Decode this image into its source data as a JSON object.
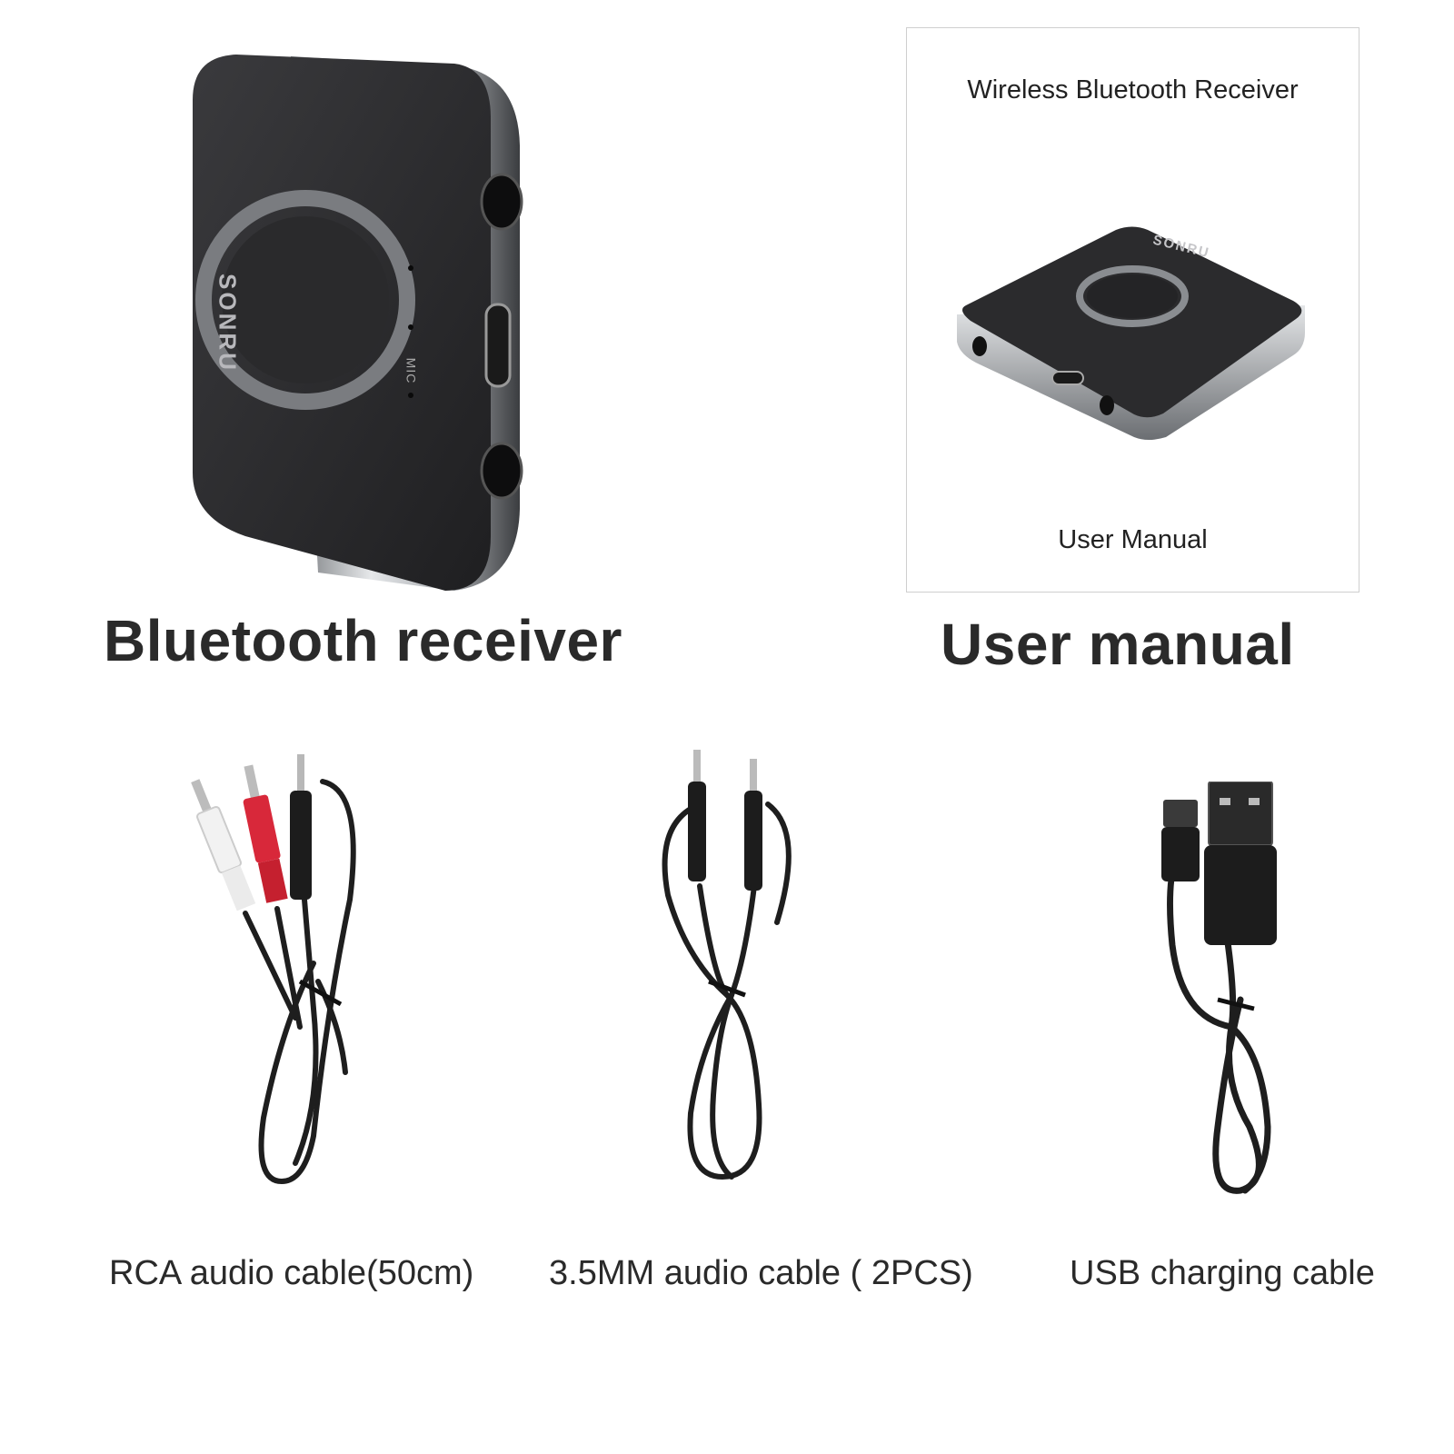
{
  "receiver": {
    "brand": "SONRU",
    "port_label": "MIC",
    "caption": "Bluetooth receiver"
  },
  "manual": {
    "title": "Wireless Bluetooth Receiver",
    "subtitle": "User Manual",
    "caption": "User manual"
  },
  "cables": [
    {
      "caption": "RCA audio cable(50cm)"
    },
    {
      "caption": "3.5MM audio cable ( 2PCS)"
    },
    {
      "caption": "USB charging cable"
    }
  ],
  "colors": {
    "device_body": "#2c2c2e",
    "device_rim": "#b9bcc0",
    "rca_red": "#d8283a",
    "rca_white": "#f2f2f2",
    "cable": "#1e1e1e"
  }
}
